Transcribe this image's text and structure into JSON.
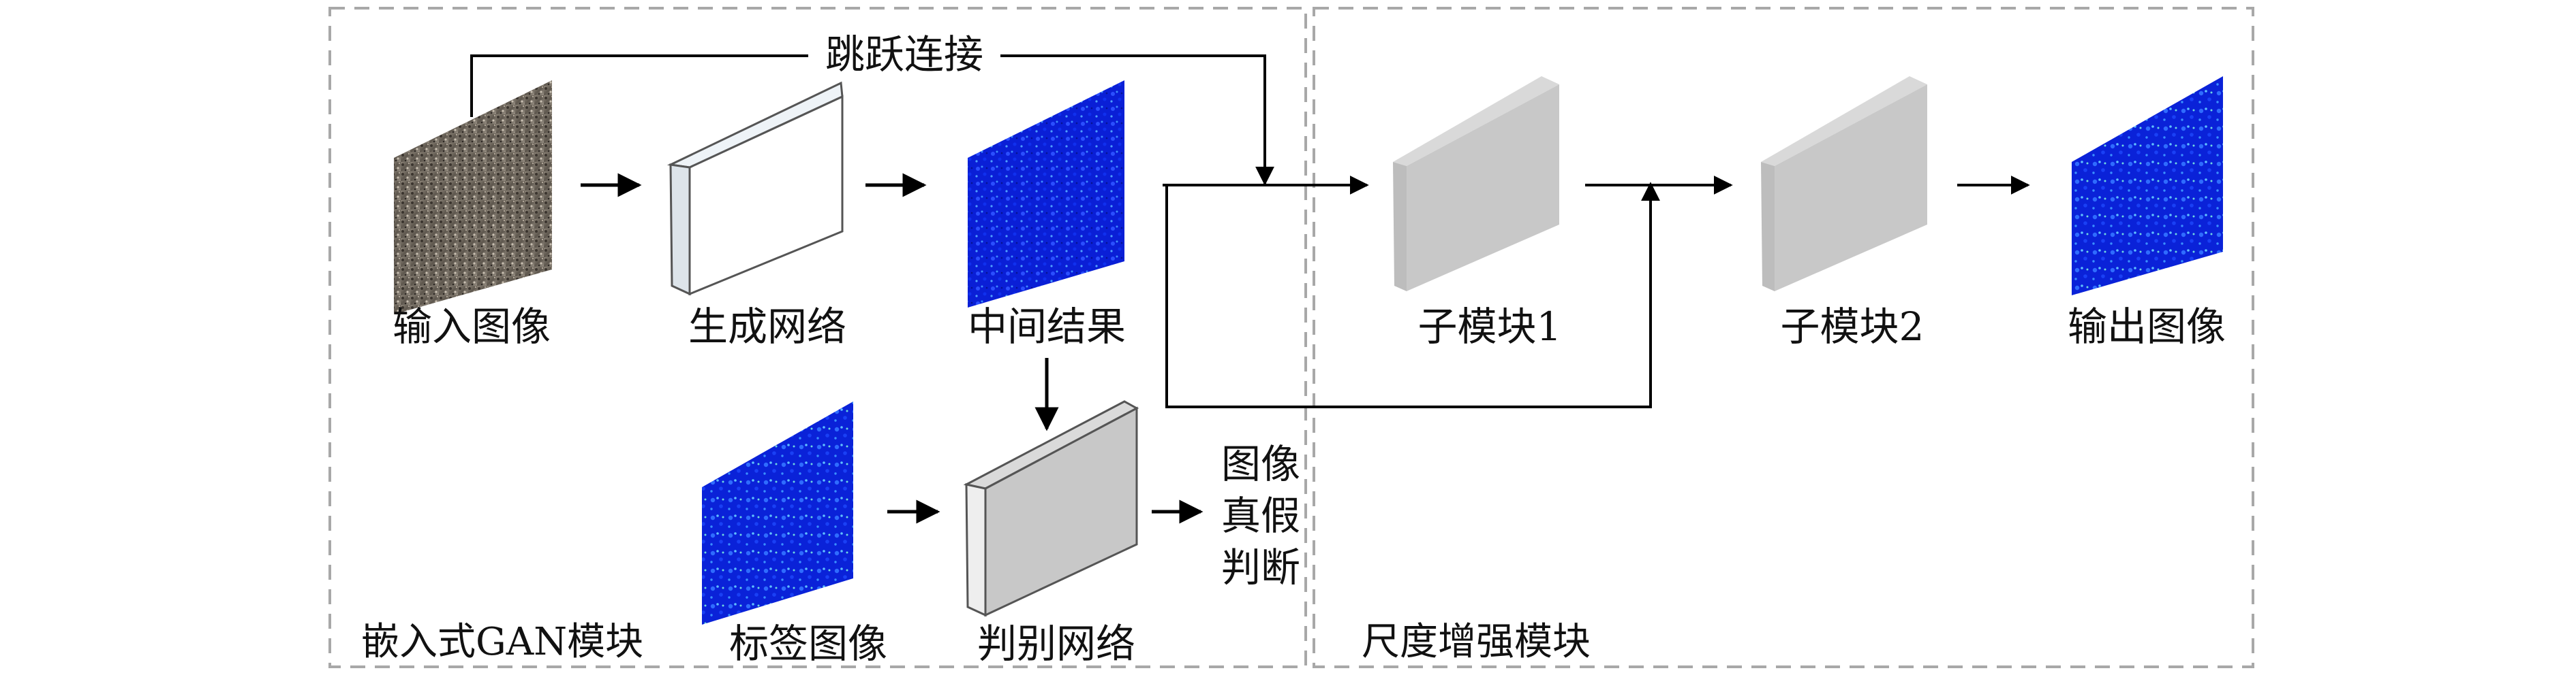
{
  "sections": {
    "gan_title": "嵌入式GAN模块",
    "scale_title": "尺度增强模块"
  },
  "labels": {
    "skip": "跳跃连接",
    "input": "输入图像",
    "generator": "生成网络",
    "intermediate": "中间结果",
    "label_image": "标签图像",
    "discriminator": "判别网络",
    "real_fake_line1": "图像",
    "real_fake_line2": "真假",
    "real_fake_line3": "判断",
    "sub1": "子模块1",
    "sub2": "子模块2",
    "output": "输出图像"
  },
  "colors": {
    "dashed_border": "#a8a8a8",
    "arrow": "#000000",
    "heatmap": "#0a1fd6",
    "block_gray": "#c8c8c8"
  }
}
